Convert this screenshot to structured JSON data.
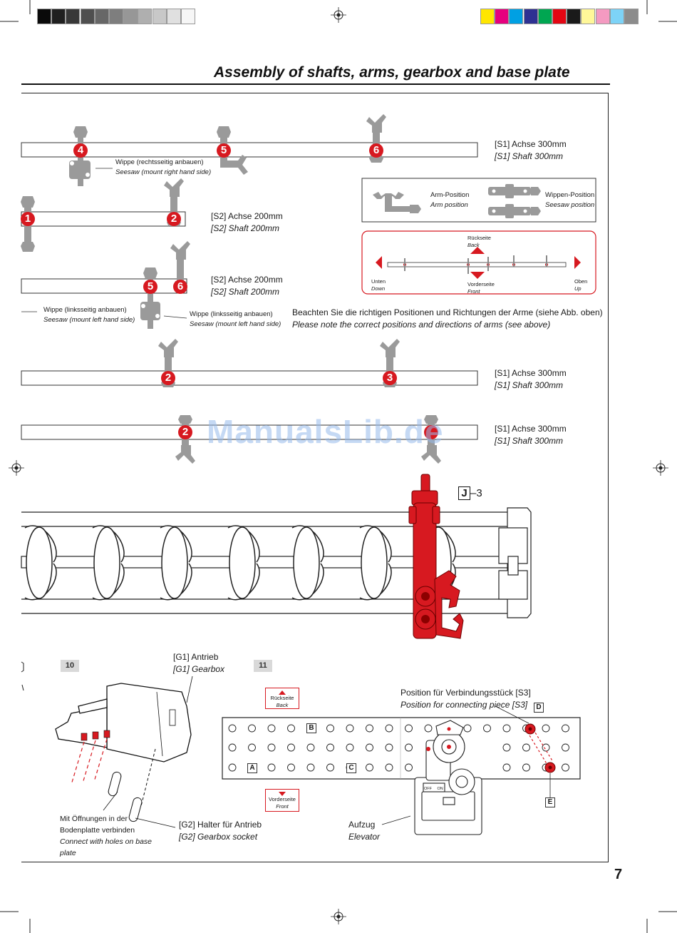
{
  "page": {
    "title": "Assembly of shafts, arms, gearbox and base plate",
    "number": "7",
    "watermark": "ManualsLib.de"
  },
  "swatches": {
    "gray": [
      "#0a0a0a",
      "#202020",
      "#383838",
      "#4f4f4f",
      "#676767",
      "#7e7e7e",
      "#979797",
      "#afafaf",
      "#c8c8c8",
      "#e0e0e0",
      "#f6f6f6"
    ],
    "color": [
      "#ffe600",
      "#e6007e",
      "#00a0e3",
      "#2e3192",
      "#00a651",
      "#e30613",
      "#1a1a1a",
      "#fff799",
      "#f49ac1",
      "#7dd3f7",
      "#8c8c8c"
    ]
  },
  "accent": "#d71920",
  "badges": {
    "b4": "4",
    "b5": "5",
    "b6": "6",
    "b1": "1",
    "b2": "2",
    "b5b": "5",
    "b6b": "6",
    "b2b": "2",
    "b3": "3",
    "b2c": "2"
  },
  "labels": {
    "s1_de": "[S1] Achse 300mm",
    "s1_en": "[S1] Shaft 300mm",
    "s2_de": "[S2] Achse 200mm",
    "s2_en": "[S2] Shaft 200mm",
    "wippe_right_de": "Wippe (rechtsseitig anbauen)",
    "wippe_right_en": "Seesaw (mount right hand side)",
    "wippe_left_de": "Wippe (linksseitig anbauen)",
    "wippe_left_en": "Seesaw (mount left hand side)",
    "note_de": "Beachten Sie die richtigen Positionen und Richtungen der Arme (siehe Abb. oben)",
    "note_en": "Please note the correct positions and directions of arms (see above)"
  },
  "legend": {
    "arm_de": "Arm-Position",
    "arm_en": "Arm position",
    "wippe_de": "Wippen-Position",
    "wippe_en": "Seesaw position"
  },
  "direction": {
    "back_de": "Rückseite",
    "back_en": "Back",
    "front_de": "Vorderseite",
    "front_en": "Front",
    "down_de": "Unten",
    "down_en": "Down",
    "up_de": "Oben",
    "up_en": "Up"
  },
  "part_ref": {
    "letter": "J",
    "suffix": "–3"
  },
  "step10": {
    "number": "10",
    "gearbox_de": "[G1] Antrieb",
    "gearbox_en": "[G1] Gearbox",
    "holes_de1": "Mit Öffnungen in der",
    "holes_de2": "Bodenplatte verbinden",
    "holes_en1": "Connect with holes on base",
    "holes_en2": "plate",
    "socket_de": "[G2] Halter für Antrieb",
    "socket_en": "[G2] Gearbox socket"
  },
  "step11": {
    "number": "11",
    "back_de": "Rückseite",
    "back_en": "Back",
    "front_de": "Vorderseite",
    "front_en": "Front",
    "conn_de": "Position für Verbindungsstück [S3]",
    "conn_en": "Position for connecting piece [S3]",
    "tag_d": "D",
    "tag_b": "B",
    "tag_a": "A",
    "tag_c": "C",
    "tag_e": "E",
    "elevator_de": "Aufzug",
    "elevator_en": "Elevator",
    "switch_off": "OFF",
    "switch_on": "ON"
  }
}
